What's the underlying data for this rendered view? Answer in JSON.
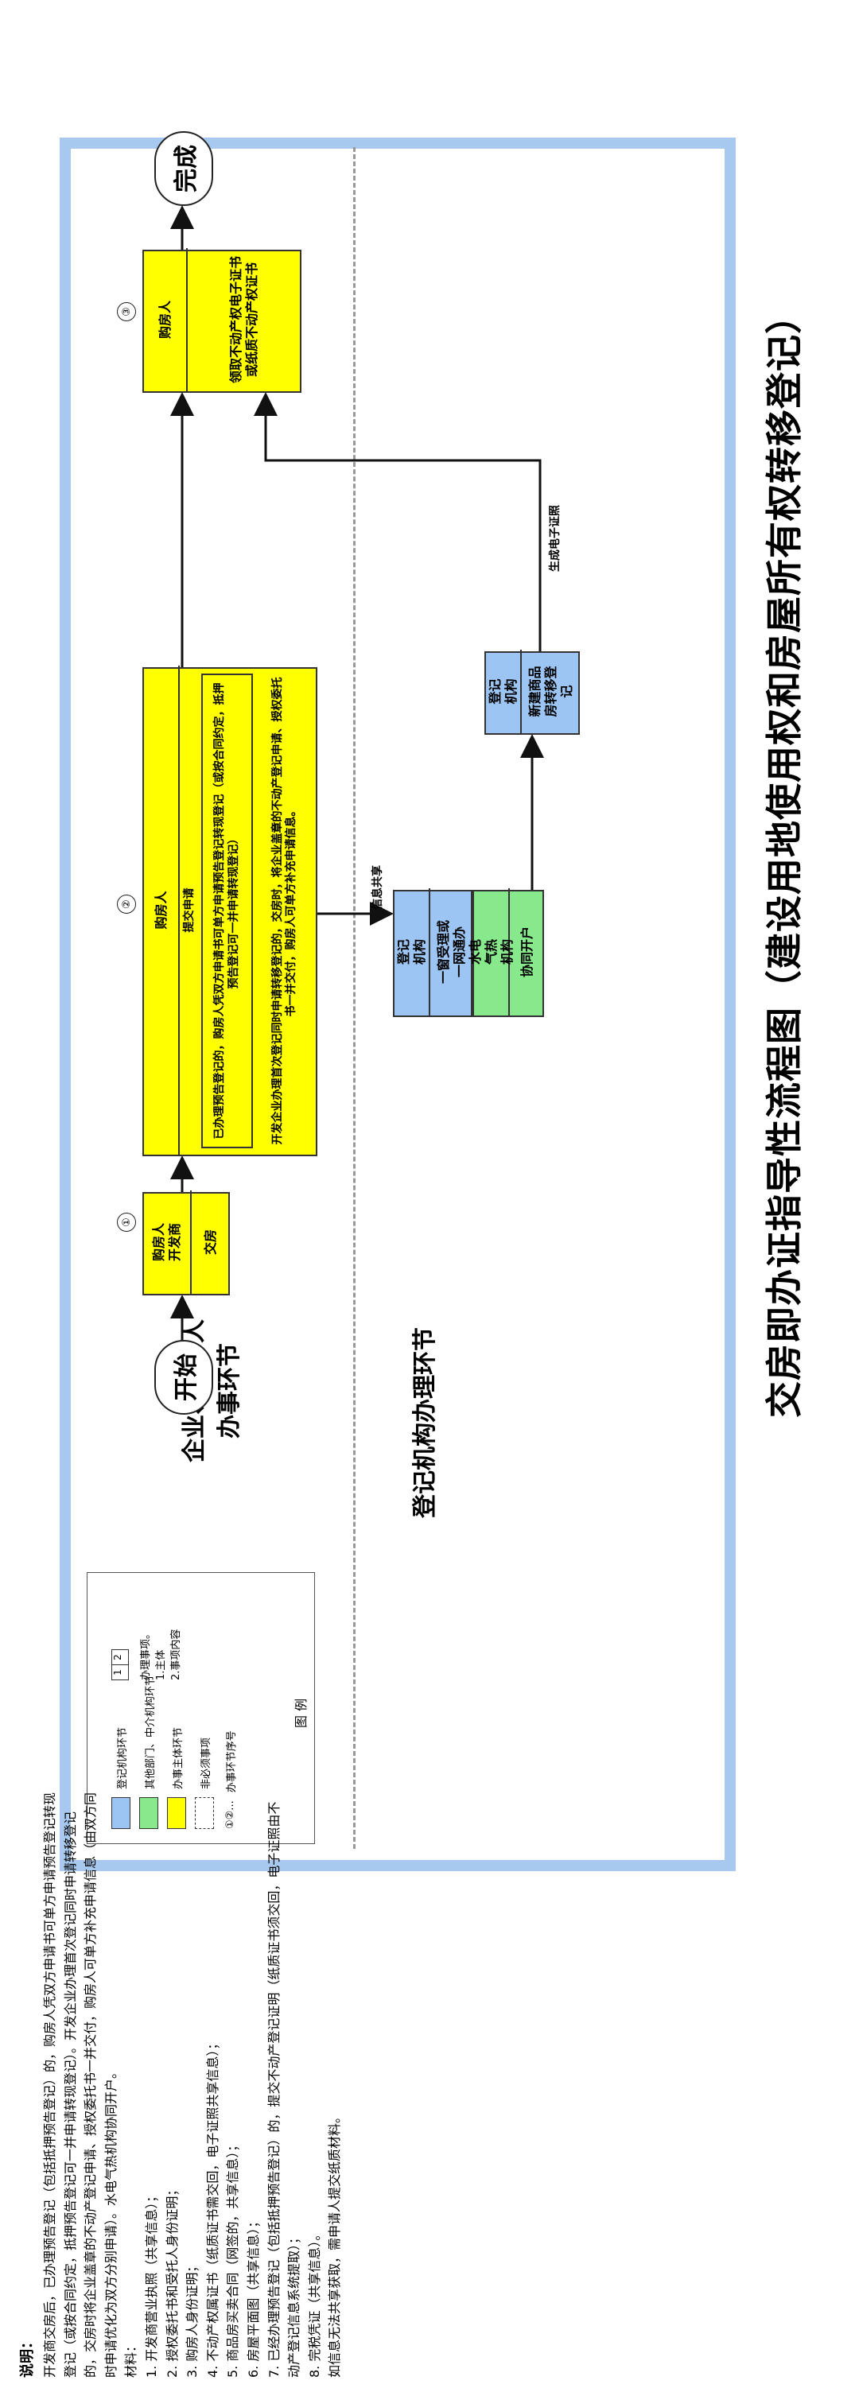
{
  "title": "交房即办证指导性流程图（建设用地使用权和房屋所有权转移登记）",
  "lanes": {
    "top": "企业、购房人\n办事环节",
    "bottom": "登记机构办理环节"
  },
  "legend": {
    "title": "图    例",
    "items": [
      {
        "swatch": "1 | 2",
        "text": "办理事项。\n1.主体\n2.事项内容"
      },
      {
        "swatch": "blue",
        "text": "登记机构环节"
      },
      {
        "swatch": "green",
        "text": "其他部门、中介机构环节"
      },
      {
        "swatch": "yellow",
        "text": "办事主体环节"
      },
      {
        "swatch": "dashed",
        "text": "非必须事项"
      },
      {
        "swatch": "①②...",
        "text": "办事环节序号"
      }
    ]
  },
  "nodes": {
    "start": "开始",
    "end": "完成",
    "step1": {
      "num": "①",
      "actor": "购房人\n开发商",
      "action": "交房"
    },
    "step2": {
      "num": "②",
      "actor": "购房人",
      "header": "提交申请",
      "line1": "已办理预告登记的，购房人凭双方申请书可单方申请预告登记转现登记（或按合同约定，抵押预告登记可一并申请转现登记）",
      "line2": "开发企业办理首次登记同时申请转移登记的，交房时，将企业盖章的不动产登记申请、授权委托书一并交付，购房人可单方补充申请信息。"
    },
    "step3": {
      "num": "③",
      "actor": "购房人",
      "action": "领取不动产权电子证书或纸质不动产权证书"
    },
    "reg1": {
      "actor": "登记\n机构",
      "action": "一窗受理或\n一网通办"
    },
    "util": {
      "actor": "水电\n气热\n机构",
      "action": "协同开户"
    },
    "reg2": {
      "actor": "登记\n机构",
      "action": "新建商品\n房转移登\n记"
    }
  },
  "edges": {
    "info_share": "信息共享",
    "e_cert": "生成电子证照"
  },
  "notes": {
    "heading": "说明：",
    "lines": [
      "开发商交房后，已办理预告登记（包括抵押预告登记）的，购房人凭双方申请书可单方申请预告登记转现登记（或按合同约定，抵押预告登记可一并申请转现登记）。开发企业办理首次登记同时申请转移登记的，交房时将企业盖章的不动产登记申请、授权委托书一并交付，购房人可单方补充申请信息（由双方同时申请优化为双方分别申请）。水电气热机构协同开户。",
      "材料：",
      "1. 开发商营业执照（共享信息）；",
      "2. 授权委托书和受托人身份证明；",
      "3. 购房人身份证明；",
      "4. 不动产权属证书（纸质证书需交回，电子证照共享信息）；",
      "5. 商品房买卖合同（网签的，共享信息）；",
      "6. 房屋平面图（共享信息）；",
      "7. 已经办理预告登记（包括抵押预告登记）的，提交不动产登记证明（纸质证书须交回，电子证照由不动产登记信息系统提取）；",
      "8. 完税凭证（共享信息）。",
      "如信息无法共享获取，需申请人提交纸质材料。"
    ]
  }
}
